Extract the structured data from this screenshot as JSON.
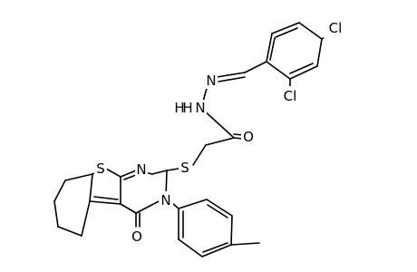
{
  "diagram": {
    "type": "chemical-structure",
    "atom_labels": {
      "chlorine_top": "Cl",
      "chlorine_ortho": "Cl",
      "hydrazone_n_upper": "N",
      "hydrazone_n_lower": "N",
      "amide_h_upper": "H",
      "amide_h_lower": "H",
      "carbonyl_o": "O",
      "thioether_s": "S",
      "thiophene_s": "S",
      "pyrimidine_n_top": "N",
      "pyrimidine_n_bottom": "N",
      "pyrimidinone_o": "O"
    },
    "colors": {
      "bond": "#000000",
      "text": "#000000",
      "background": "#ffffff"
    }
  }
}
